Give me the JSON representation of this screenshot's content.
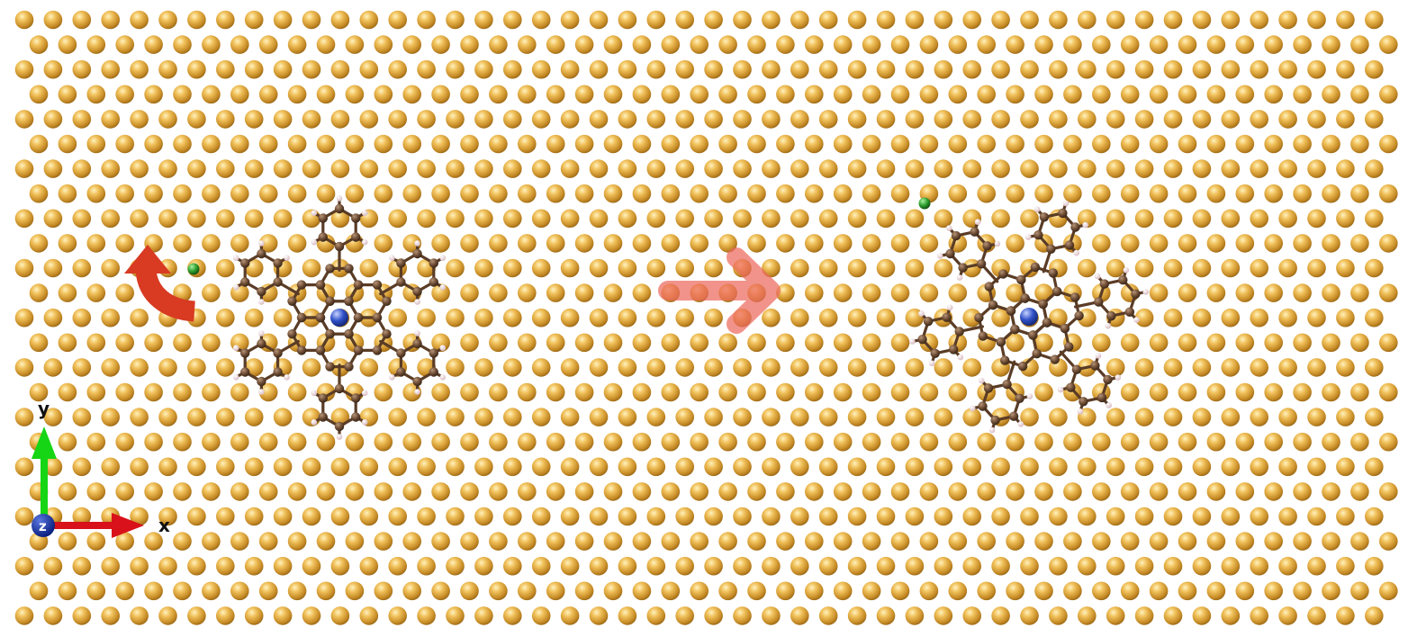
{
  "axes": {
    "x_label": "x",
    "y_label": "y",
    "z_label": "z",
    "x_color": "#d8111a",
    "y_color": "#15d515",
    "z_color": "#0d2a9a"
  },
  "colors": {
    "substrate_atom": "#e0a63c",
    "carbon_atom": "#6b4a33",
    "hydrogen_atom": "#f2e6e8",
    "metal_center": "#3050c8",
    "halogen_atom": "#2a9a2a",
    "rotation_arrow": "#d83a22",
    "translation_arrow": "#ec7b70"
  },
  "icons": {
    "rotation": "curved-rotation-arrow-icon",
    "translation": "right-arrow-icon"
  }
}
